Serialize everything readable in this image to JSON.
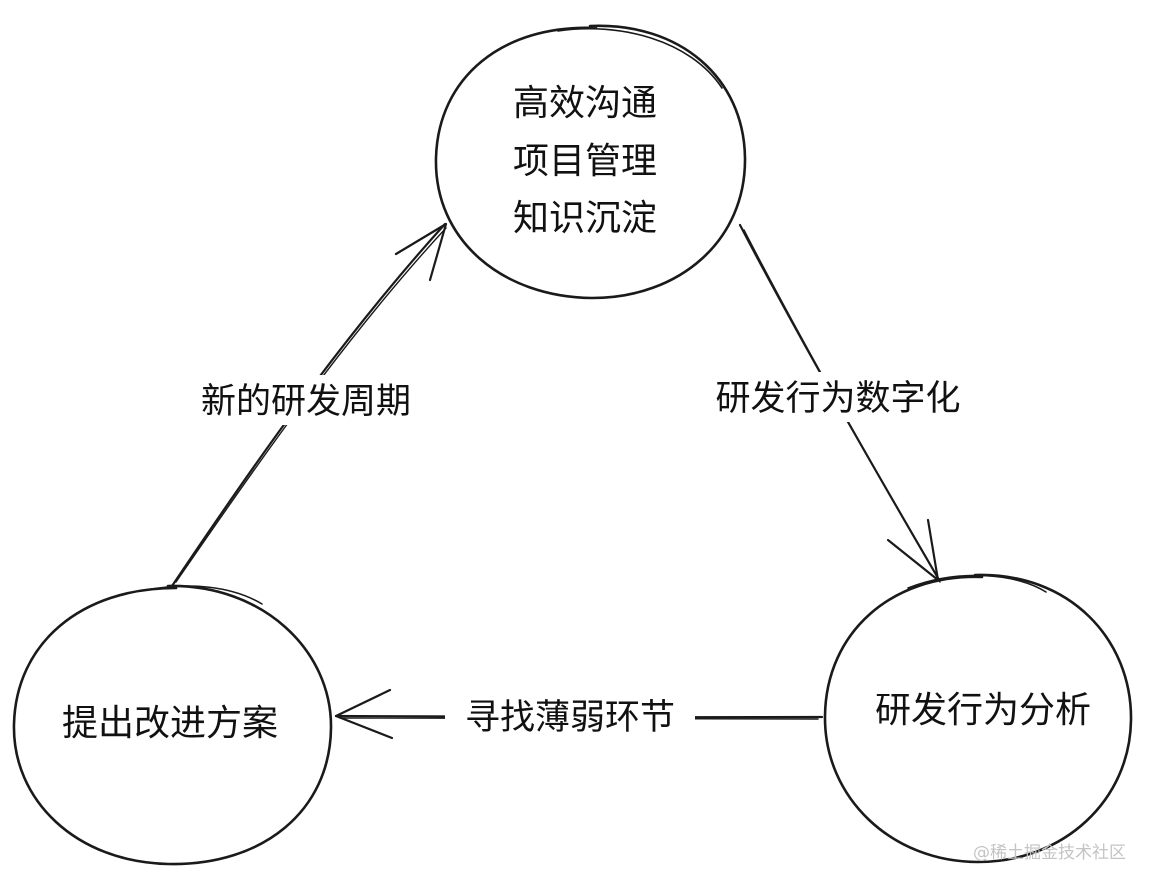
{
  "nodes": {
    "top": {
      "lines": [
        "高效沟通",
        "项目管理",
        "知识沉淀"
      ]
    },
    "right": {
      "label": "研发行为分析"
    },
    "left": {
      "label": "提出改进方案"
    }
  },
  "edges": {
    "top_to_right": {
      "label": "研发行为数字化"
    },
    "right_to_left": {
      "label": "寻找薄弱环节"
    },
    "left_to_top": {
      "label": "新的研发周期"
    }
  },
  "watermark": {
    "text": "@稀土掘金技术社区"
  }
}
